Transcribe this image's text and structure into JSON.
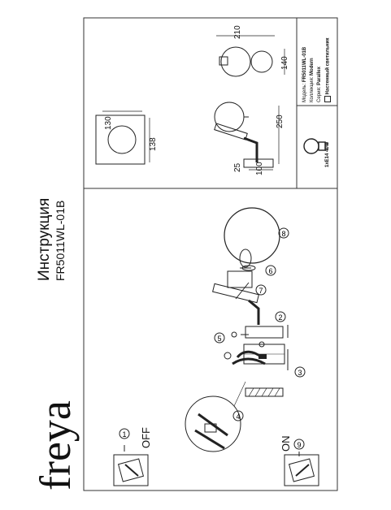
{
  "brand": {
    "logo_text": "freya"
  },
  "header": {
    "title": "Инструкция",
    "model": "FR5011WL-01B"
  },
  "steps": {
    "off_label": "OFF",
    "on_label": "ON",
    "numbers": [
      "1",
      "2",
      "3",
      "4",
      "5",
      "6",
      "7",
      "8",
      "9"
    ]
  },
  "dimensions": {
    "canopy_width": "130",
    "canopy_height": "138",
    "total_height": "250",
    "depth_a": "25",
    "depth_b": "100",
    "top_width": "210",
    "top_height": "140"
  },
  "info": {
    "model_label": "Модель:",
    "model_value": "FR5011WL-01B",
    "collection_label": "Коллекция:",
    "collection_value": "Modern",
    "series_label": "Серия:",
    "series_value": "Parallex",
    "type_value": "Настенный светильник",
    "bulb_spec": "1xE14 40W"
  },
  "colors": {
    "line": "#222222",
    "frame": "#333333"
  }
}
